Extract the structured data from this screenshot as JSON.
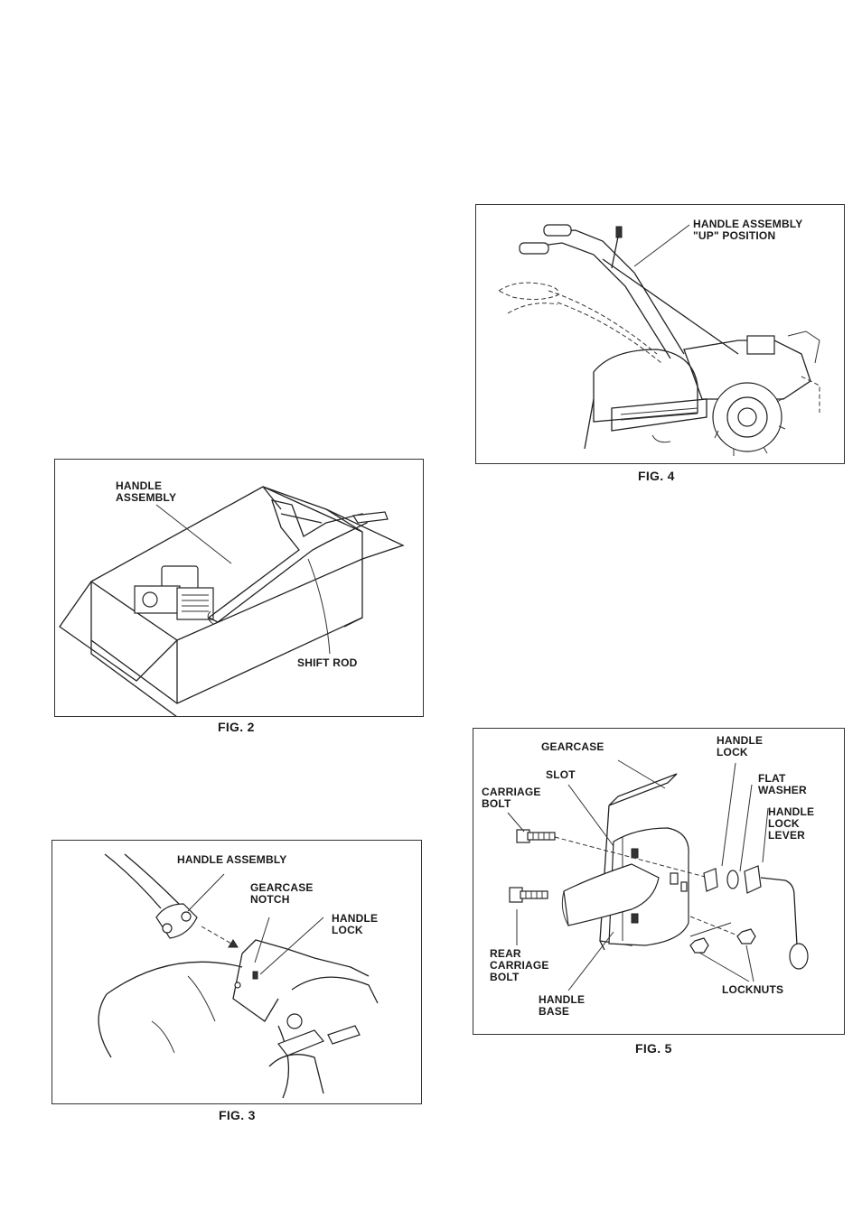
{
  "fig2": {
    "caption": "FIG. 2",
    "labels": {
      "handle_assembly": "HANDLE\nASSEMBLY",
      "shift_rod": "SHIFT ROD"
    }
  },
  "fig3": {
    "caption": "FIG. 3",
    "labels": {
      "handle_assembly": "HANDLE ASSEMBLY",
      "gearcase_notch": "GEARCASE\nNOTCH",
      "handle_lock": "HANDLE\nLOCK"
    }
  },
  "fig4": {
    "caption": "FIG. 4",
    "labels": {
      "handle_up": "HANDLE ASSEMBLY\n\"UP\" POSITION"
    }
  },
  "fig5": {
    "caption": "FIG. 5",
    "labels": {
      "gearcase": "GEARCASE",
      "handle_lock": "HANDLE\nLOCK",
      "slot": "SLOT",
      "flat_washer": "FLAT\nWASHER",
      "carriage_bolt": "CARRIAGE\nBOLT",
      "handle_lock_lever": "HANDLE\nLOCK\nLEVER",
      "rear_carriage_bolt": "REAR\nCARRIAGE\nBOLT",
      "locknuts": "LOCKNUTS",
      "handle_base": "HANDLE\nBASE"
    }
  }
}
